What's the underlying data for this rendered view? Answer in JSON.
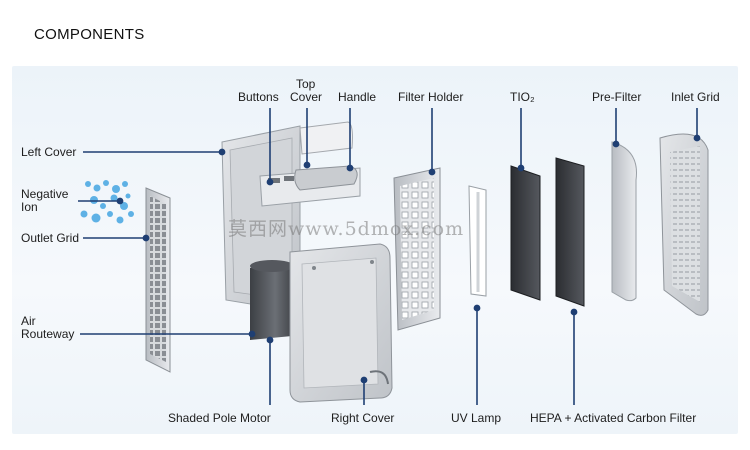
{
  "heading": "COMPONENTS",
  "labels": {
    "left_cover": "Left Cover",
    "negative_ion_line1": "Negative",
    "negative_ion_line2": "Ion",
    "outlet_grid": "Outlet Grid",
    "air_routeway_line1": "Air",
    "air_routeway_line2": "Routeway",
    "buttons": "Buttons",
    "top_cover_line1": "Top",
    "top_cover_line2": "Cover",
    "handle": "Handle",
    "filter_holder": "Filter Holder",
    "tio2": "TIO₂",
    "pre_filter": "Pre-Filter",
    "inlet_grid": "Inlet Grid",
    "shaded_pole_motor": "Shaded Pole Motor",
    "right_cover": "Right Cover",
    "uv_lamp": "UV Lamp",
    "hepa_carbon_filter": "HEPA + Activated Carbon Filter"
  },
  "watermark": "莫西网www.5dmox.com",
  "colors": {
    "leader": "#1f3f73",
    "panel": "#eef4f9",
    "bubble": "#3aa0e0"
  }
}
